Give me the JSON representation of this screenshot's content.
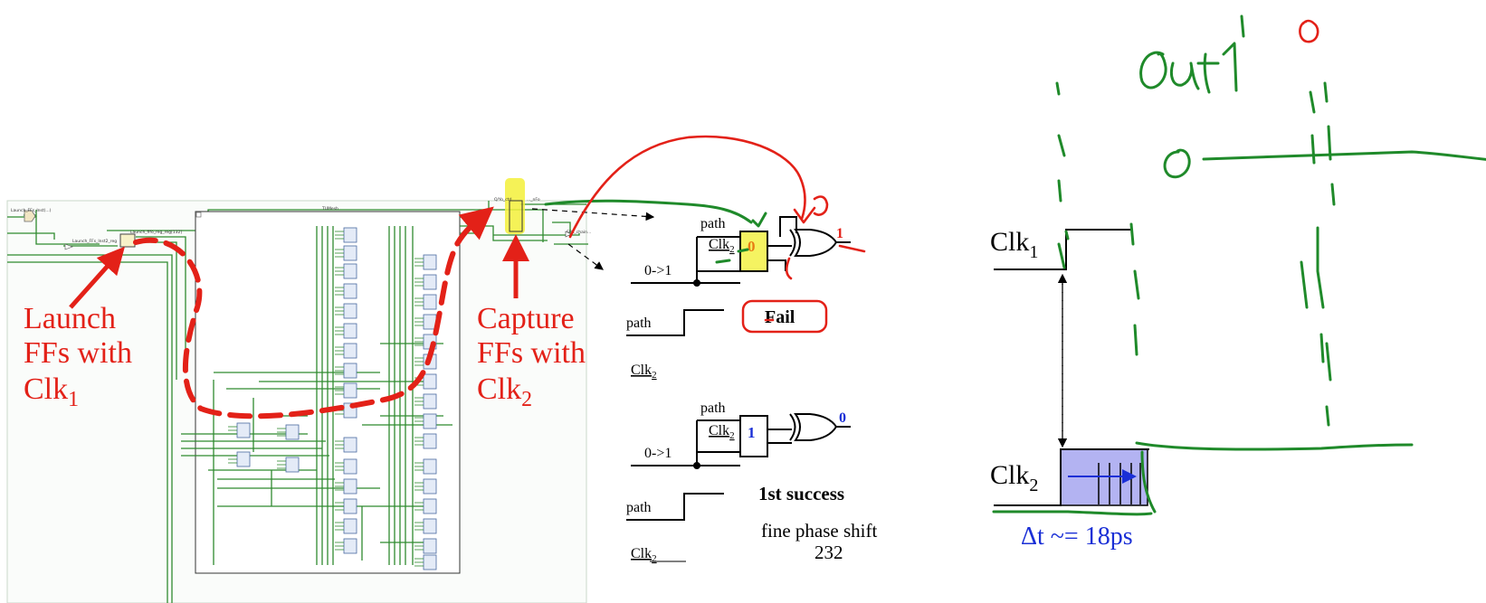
{
  "schematic": {
    "launch_label": [
      "Launch",
      "FFs with",
      "Clk"
    ],
    "launch_sub": "1",
    "capture_label": [
      "Capture",
      "FFs with",
      "Clk"
    ],
    "capture_sub": "2",
    "netlist_title": "TUMesh",
    "launch_reg": "Launch_fifo_reg_reg[132]",
    "colors": {
      "wire": "#2f8a2f",
      "cell": "#e4ebf7",
      "path_marker": "#e32118",
      "highlight": "#f5f032"
    }
  },
  "circuit_fail": {
    "path_label": "path",
    "clk_label": "Clk",
    "clk_sub": "2",
    "ff_value": "0",
    "input_label": "0->1",
    "xor_output": "1",
    "result": "Fail",
    "timing_path_label": "path",
    "timing_clk_label": "Clk",
    "timing_clk_sub": "2"
  },
  "circuit_success": {
    "path_label": "path",
    "clk_label": "Clk",
    "clk_sub": "2",
    "ff_value": "1",
    "input_label": "0->1",
    "xor_output": "0",
    "result": "1st success",
    "note_line1": "fine phase shift",
    "note_line2": "232",
    "timing_path_label": "path",
    "timing_clk_label": "Clk",
    "timing_clk_sub": "2"
  },
  "timing": {
    "clk1_label": "Clk",
    "clk1_sub": "1",
    "clk2_label": "Clk",
    "clk2_sub": "2",
    "delta": "Δt ~= 18ps",
    "delta_color": "#1a2fd6",
    "shade_color": "#b3b3f2"
  },
  "handwriting": {
    "out_label": "Out",
    "level_zero": "0",
    "level_one": "1"
  }
}
